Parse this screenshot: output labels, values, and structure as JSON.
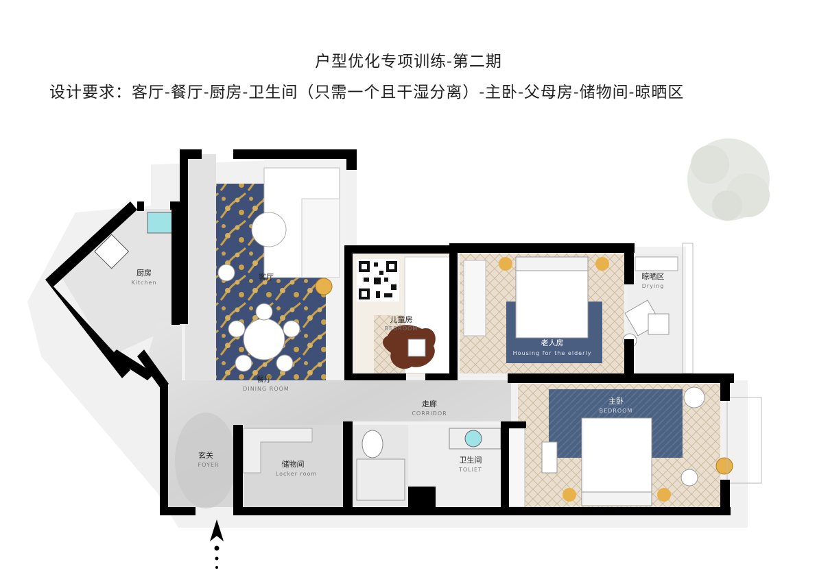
{
  "header": {
    "title": "户型优化专项训练-第二期",
    "subtitle": "设计要求：客厅-餐厅-厨房-卫生间（只需一个且干湿分离）-主卧-父母房-储物间-晾晒区"
  },
  "rooms": {
    "kitchen": {
      "cn": "厨房",
      "en": "Kitchen"
    },
    "living": {
      "cn": "客厅",
      "en": ""
    },
    "dining": {
      "cn": "餐厅",
      "en": "DINING ROOM"
    },
    "kids": {
      "cn": "儿童房",
      "en": "BEDROOM"
    },
    "elder": {
      "cn": "老人房",
      "en": "Housing for the elderly"
    },
    "drying": {
      "cn": "晾晒区",
      "en": "Drying"
    },
    "corridor": {
      "cn": "走廊",
      "en": "CORRIDOR"
    },
    "master": {
      "cn": "主卧",
      "en": "BEDROOM"
    },
    "foyer": {
      "cn": "玄关",
      "en": "FOYER"
    },
    "storage": {
      "cn": "储物间",
      "en": "Locker room"
    },
    "toilet": {
      "cn": "卫生间",
      "en": "TOLIET"
    }
  },
  "colors": {
    "wall": "#000000",
    "marble": "#dcdcdc",
    "rug_blue": "#3e4f72",
    "blossom_gold": "#c8a24a",
    "wood_floor": "#e8dccb",
    "rug_slate": "#4d6580",
    "accent_wood": "#d4a74c"
  },
  "icons": [
    "qr-code-icon",
    "tree-icon",
    "entrance-arrow-icon"
  ]
}
